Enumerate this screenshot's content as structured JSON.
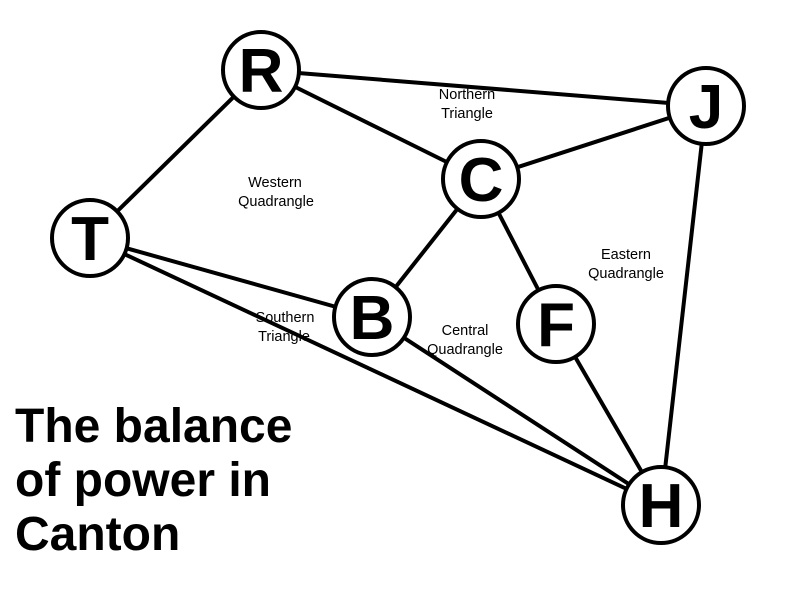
{
  "title_lines": [
    "The balance",
    "of power in",
    "Canton"
  ],
  "nodes": [
    {
      "id": "R",
      "label": "R"
    },
    {
      "id": "J",
      "label": "J"
    },
    {
      "id": "C",
      "label": "C"
    },
    {
      "id": "T",
      "label": "T"
    },
    {
      "id": "B",
      "label": "B"
    },
    {
      "id": "F",
      "label": "F"
    },
    {
      "id": "H",
      "label": "H"
    }
  ],
  "edges": [
    [
      "R",
      "J"
    ],
    [
      "R",
      "T"
    ],
    [
      "R",
      "C"
    ],
    [
      "C",
      "J"
    ],
    [
      "J",
      "H"
    ],
    [
      "C",
      "B"
    ],
    [
      "C",
      "F"
    ],
    [
      "T",
      "B"
    ],
    [
      "T",
      "H"
    ],
    [
      "B",
      "H"
    ],
    [
      "F",
      "H"
    ]
  ],
  "regions": [
    {
      "id": "northern",
      "lines": [
        "Northern",
        "Triangle"
      ]
    },
    {
      "id": "western",
      "lines": [
        "Western",
        "Quadrangle"
      ]
    },
    {
      "id": "eastern",
      "lines": [
        "Eastern",
        "Quadrangle"
      ]
    },
    {
      "id": "southern",
      "lines": [
        "Southern",
        "Triangle"
      ]
    },
    {
      "id": "central",
      "lines": [
        "Central",
        "Quadrangle"
      ]
    }
  ],
  "colors": {
    "stroke": "#000000",
    "fill": "#ffffff"
  }
}
